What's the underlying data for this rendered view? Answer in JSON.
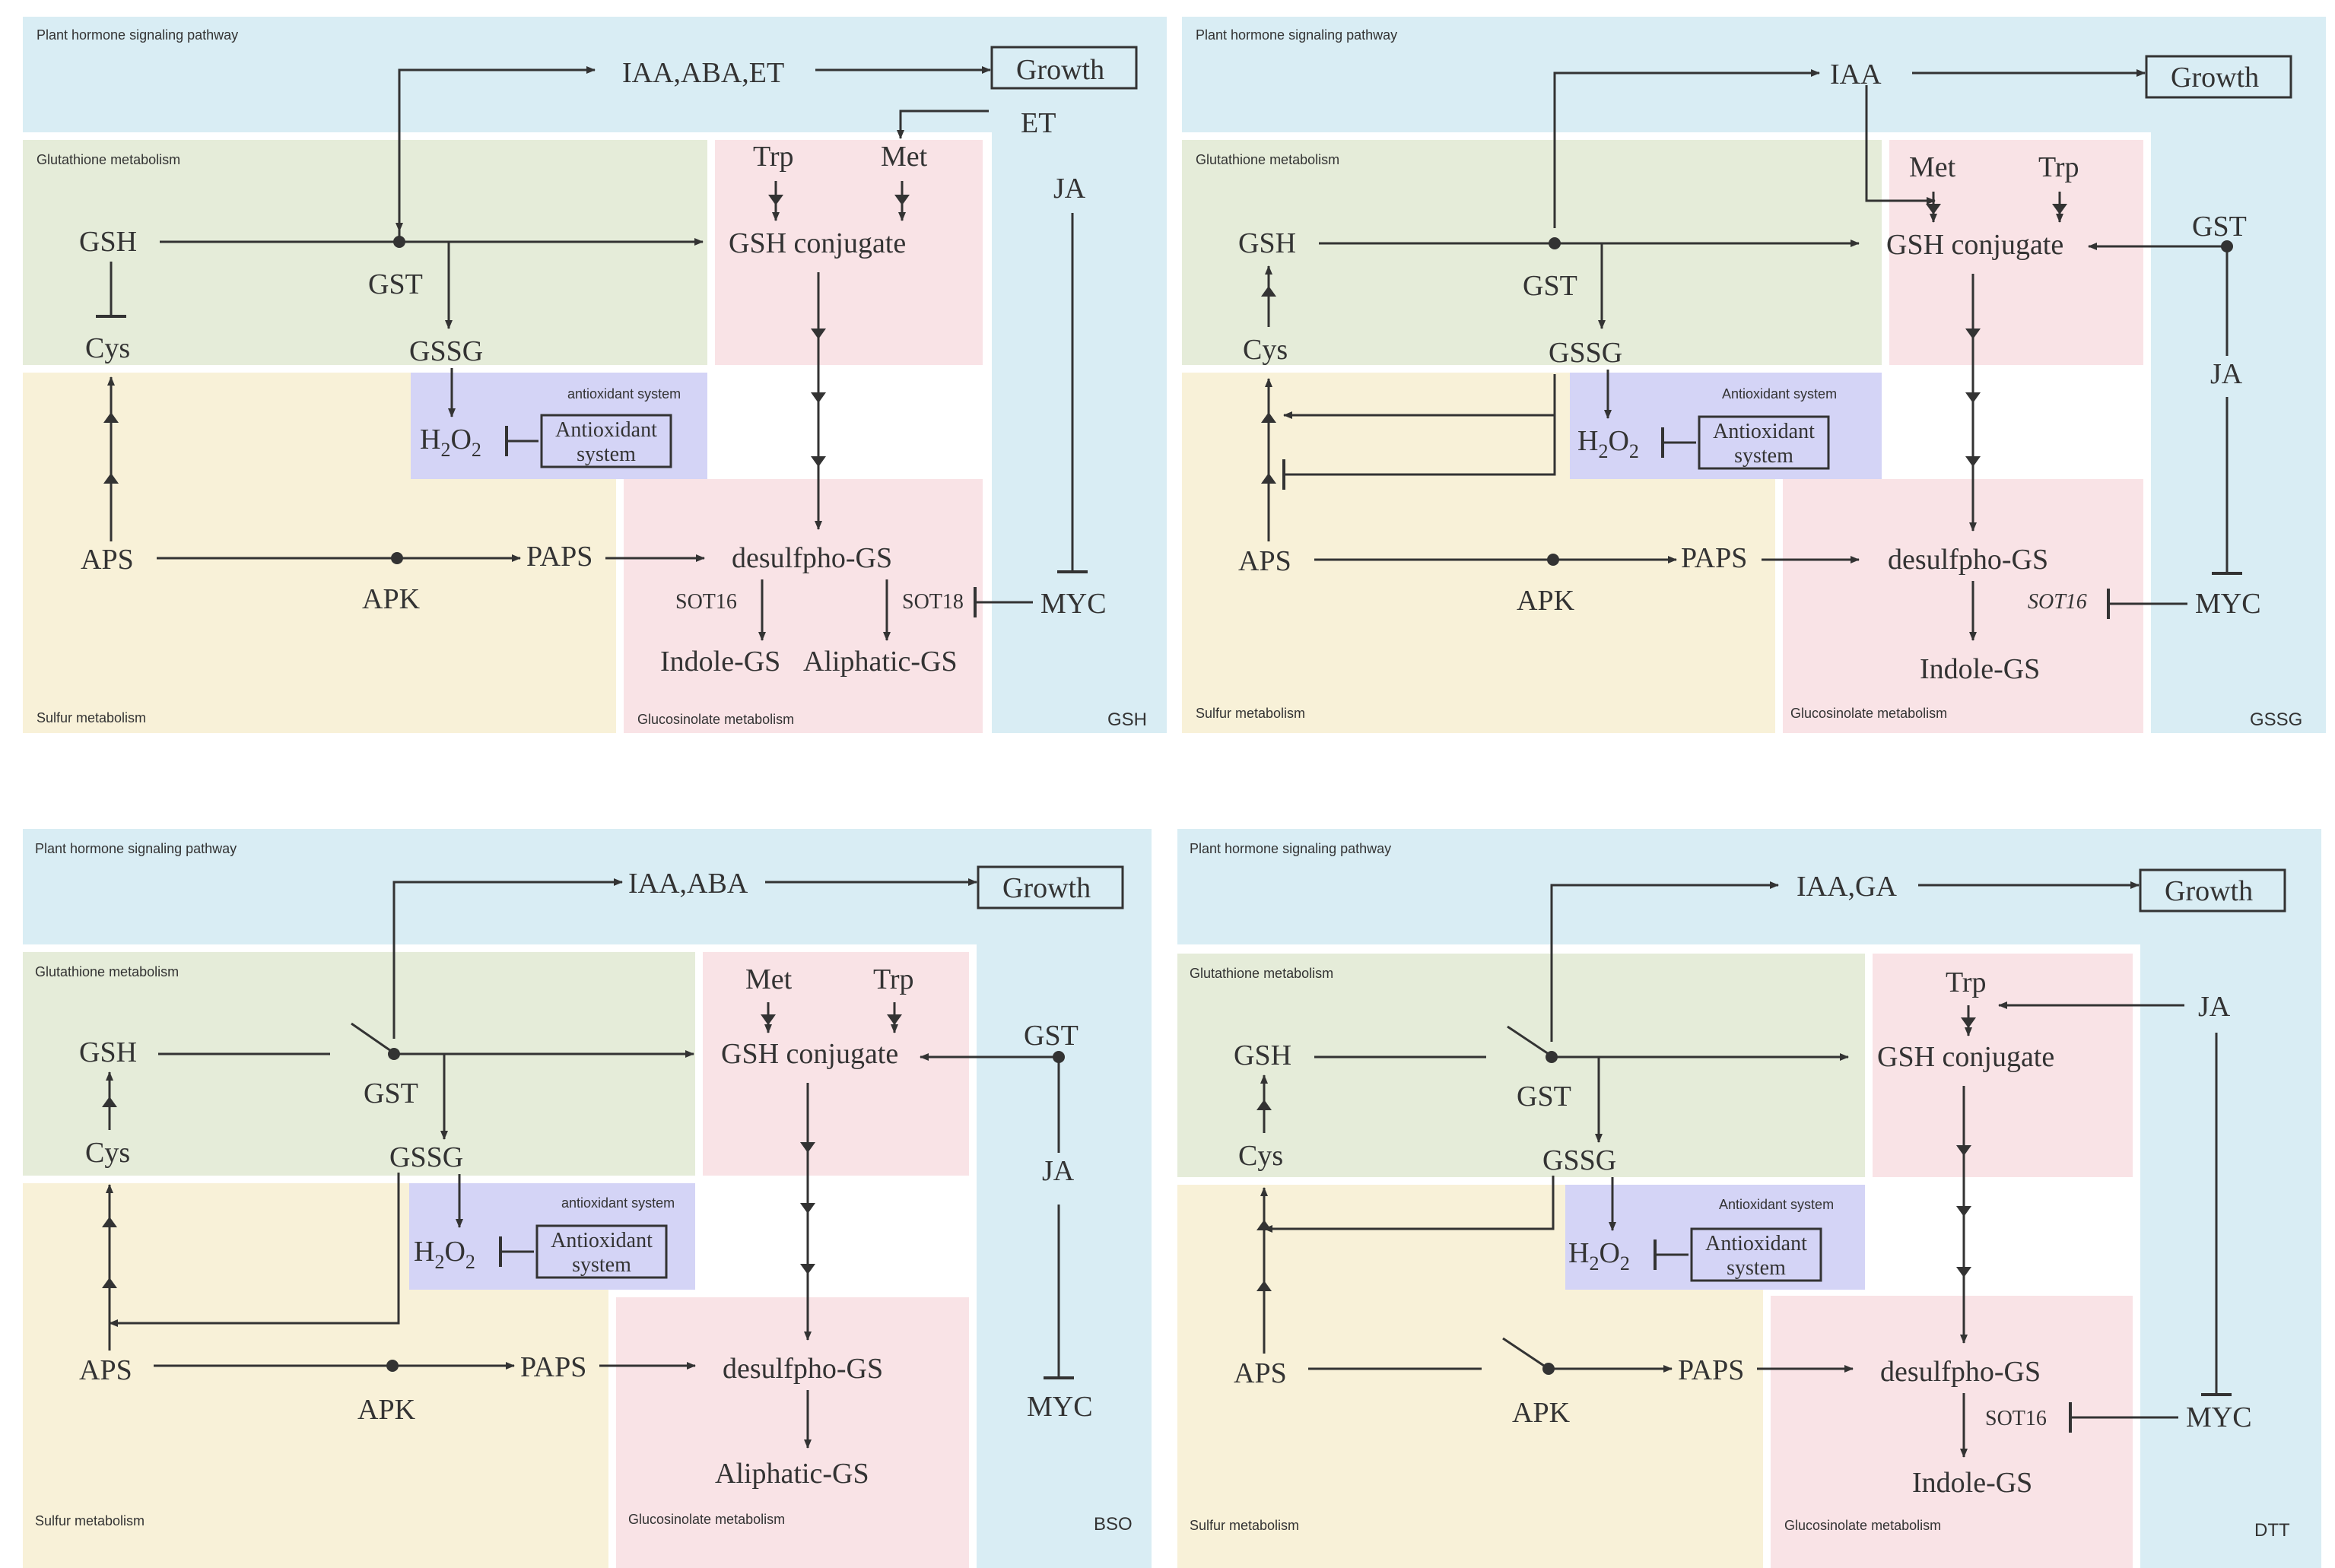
{
  "colors": {
    "hormone": "#d9edf4",
    "glutathione": "#e5ecd9",
    "sulfur": "#f8f1d8",
    "glucosinolate": "#f9e3e6",
    "antioxidant": "#d4d4f6",
    "line": "#333333"
  },
  "panels": [
    {
      "id": "gsh",
      "corner_label": "GSH",
      "region_labels": {
        "hormone": "Plant hormone signaling pathway",
        "glutathione": "Glutathione metabolism",
        "antioxidant": "antioxidant system",
        "sulfur": "Sulfur metabolism",
        "glucosinolate": "Glucosinolate metabolism"
      },
      "nodes": {
        "hormone_top": "IAA,ABA,ET",
        "growth": "Growth",
        "et": "ET",
        "ja": "JA",
        "trp": "Trp",
        "met": "Met",
        "gsh": "GSH",
        "gst": "GST",
        "gsh_conjugate": "GSH conjugate",
        "cys": "Cys",
        "gssg": "GSSG",
        "h2o2": "H",
        "h2o2_sub1": "2",
        "h2o2_o": "O",
        "h2o2_sub2": "2",
        "antioxidant_line1": "Antioxidant",
        "antioxidant_line2": "system",
        "aps": "APS",
        "apk": "APK",
        "paps": "PAPS",
        "desulfpho": "desulfpho-GS",
        "sot16": "SOT16",
        "sot18": "SOT18",
        "myc": "MYC",
        "indole": "Indole-GS",
        "aliphatic": "Aliphatic-GS"
      }
    },
    {
      "id": "gssg",
      "corner_label": "GSSG",
      "region_labels": {
        "hormone": "Plant hormone signaling pathway",
        "glutathione": "Glutathione metabolism",
        "antioxidant": "Antioxidant system",
        "sulfur": "Sulfur metabolism",
        "glucosinolate": "Glucosinolate metabolism"
      },
      "nodes": {
        "hormone_top": "IAA",
        "growth": "Growth",
        "met": "Met",
        "trp": "Trp",
        "gst_right": "GST",
        "gsh": "GSH",
        "gst": "GST",
        "gsh_conjugate": "GSH conjugate",
        "ja": "JA",
        "cys": "Cys",
        "gssg": "GSSG",
        "h2o2": "H",
        "h2o2_sub1": "2",
        "h2o2_o": "O",
        "h2o2_sub2": "2",
        "antioxidant_line1": "Antioxidant",
        "antioxidant_line2": "system",
        "aps": "APS",
        "apk": "APK",
        "paps": "PAPS",
        "desulfpho": "desulfpho-GS",
        "sot16": "SOT16",
        "myc": "MYC",
        "indole": "Indole-GS"
      }
    },
    {
      "id": "bso",
      "corner_label": "BSO",
      "region_labels": {
        "hormone": "Plant hormone signaling pathway",
        "glutathione": "Glutathione metabolism",
        "antioxidant": "antioxidant system",
        "sulfur": "Sulfur metabolism",
        "glucosinolate": "Glucosinolate metabolism"
      },
      "nodes": {
        "hormone_top": "IAA,ABA",
        "growth": "Growth",
        "met": "Met",
        "trp": "Trp",
        "gst_right": "GST",
        "gsh": "GSH",
        "gst": "GST",
        "gsh_conjugate": "GSH conjugate",
        "ja": "JA",
        "cys": "Cys",
        "gssg": "GSSG",
        "h2o2": "H",
        "h2o2_sub1": "2",
        "h2o2_o": "O",
        "h2o2_sub2": "2",
        "antioxidant_line1": "Antioxidant",
        "antioxidant_line2": "system",
        "aps": "APS",
        "apk": "APK",
        "paps": "PAPS",
        "desulfpho": "desulfpho-GS",
        "myc": "MYC",
        "aliphatic": "Aliphatic-GS"
      }
    },
    {
      "id": "dtt",
      "corner_label": "DTT",
      "region_labels": {
        "hormone": "Plant hormone signaling pathway",
        "glutathione": "Glutathione metabolism",
        "antioxidant": "Antioxidant system",
        "sulfur": "Sulfur metabolism",
        "glucosinolate": "Glucosinolate metabolism"
      },
      "nodes": {
        "hormone_top": "IAA,GA",
        "growth": "Growth",
        "trp": "Trp",
        "ja": "JA",
        "gsh": "GSH",
        "gst": "GST",
        "gsh_conjugate": "GSH conjugate",
        "cys": "Cys",
        "gssg": "GSSG",
        "h2o2": "H",
        "h2o2_sub1": "2",
        "h2o2_o": "O",
        "h2o2_sub2": "2",
        "antioxidant_line1": "Antioxidant",
        "antioxidant_line2": "system",
        "aps": "APS",
        "apk": "APK",
        "paps": "PAPS",
        "desulfpho": "desulfpho-GS",
        "sot16": "SOT16",
        "myc": "MYC",
        "indole": "Indole-GS"
      }
    }
  ]
}
